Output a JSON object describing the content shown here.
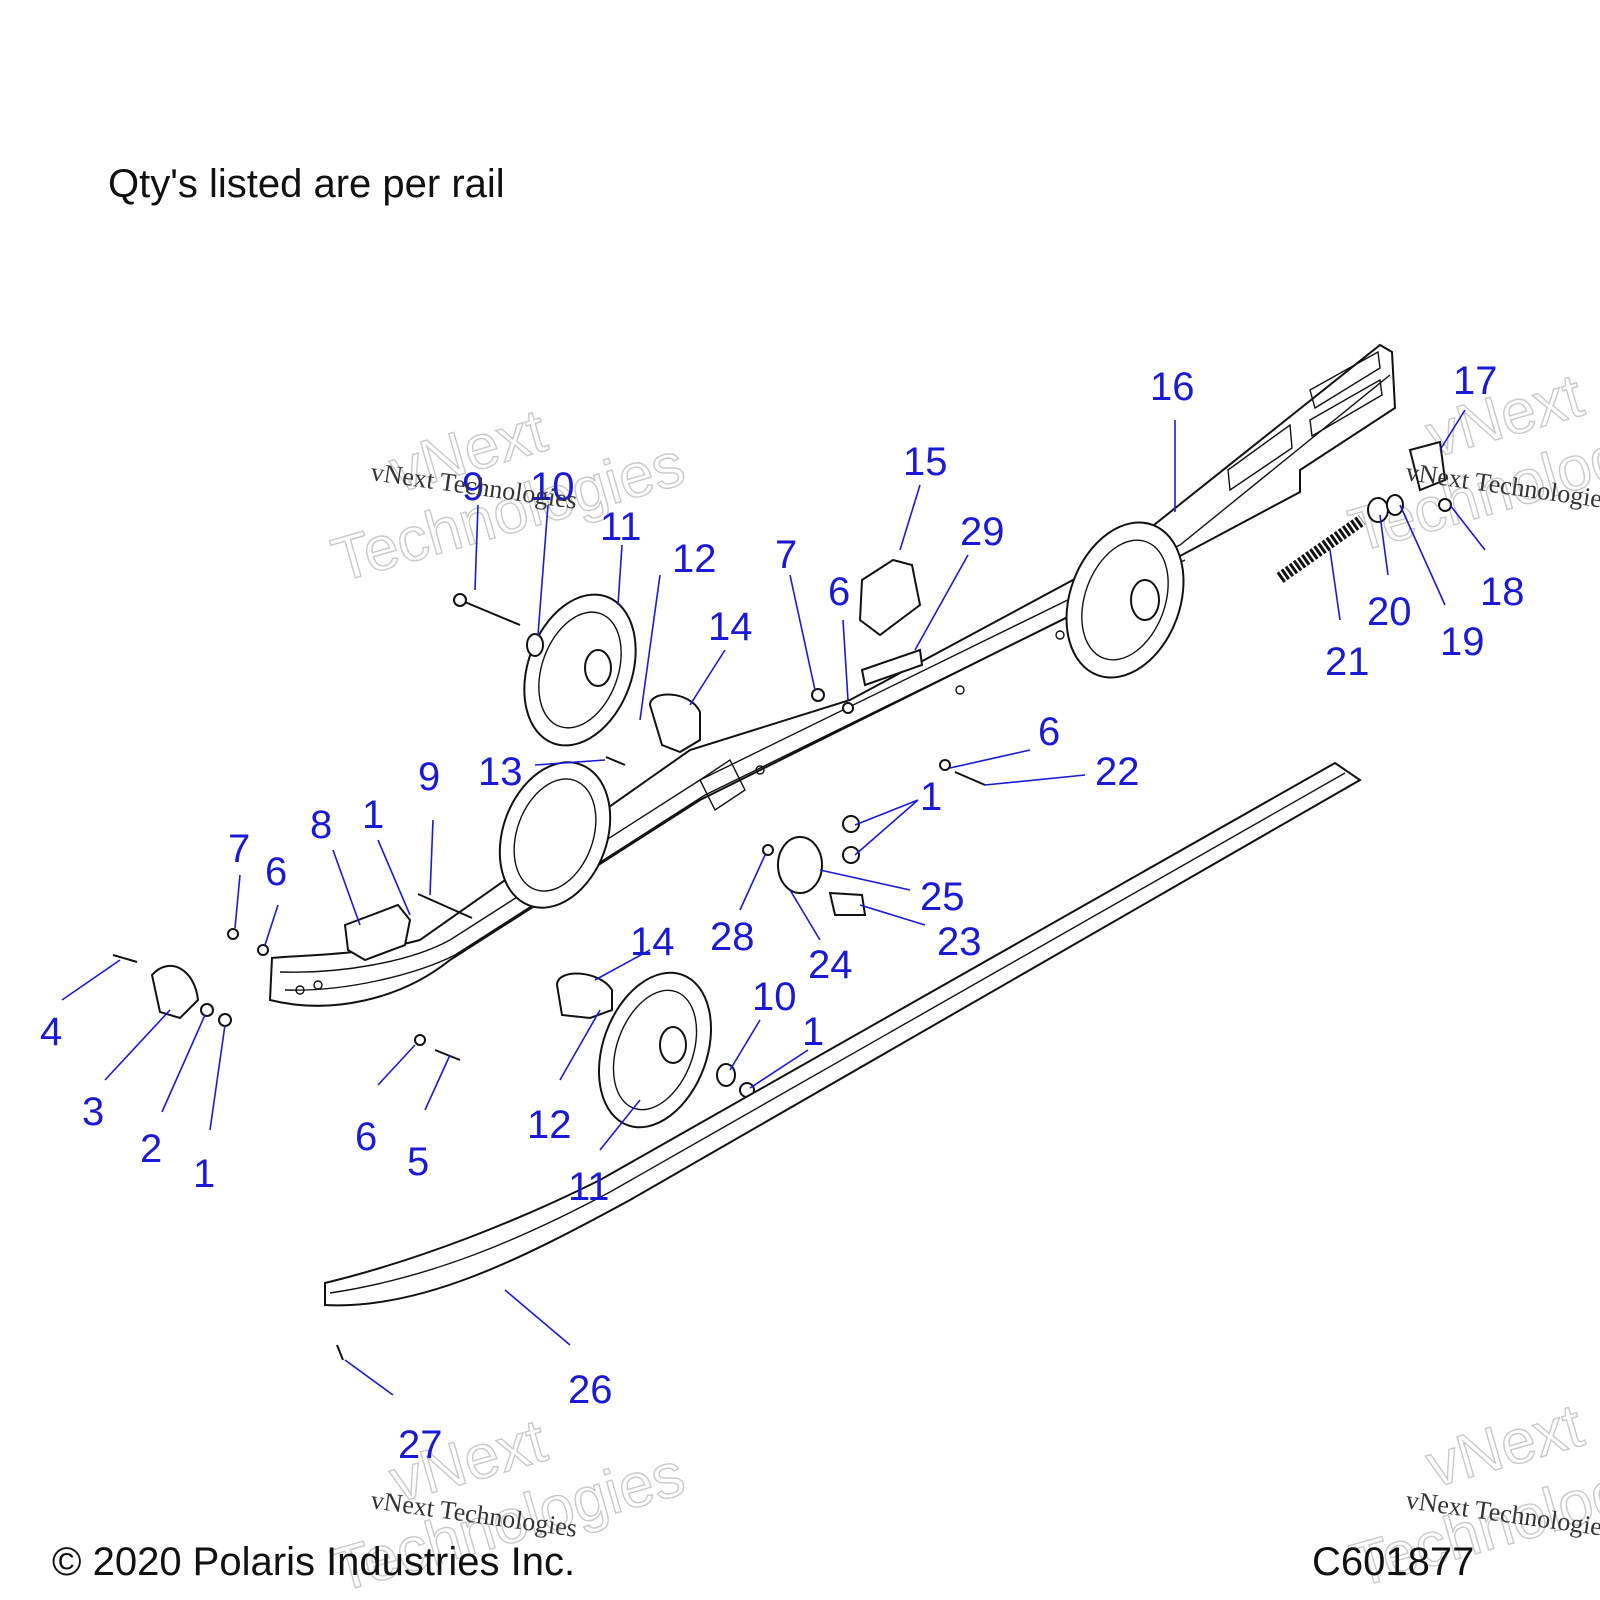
{
  "note": "Qty's listed are per rail",
  "copyright": "© 2020 Polaris Industries Inc.",
  "figure_id": "C601877",
  "watermark": {
    "brand_line": "vNext Technologies",
    "big_top": "vNext",
    "big_bottom": "Technologies"
  },
  "colors": {
    "callout": "#1a1ad6",
    "line": "#111111",
    "watermark": "#c9c9c9"
  },
  "callouts": [
    "9",
    "10",
    "11",
    "12",
    "14",
    "7",
    "6",
    "15",
    "29",
    "16",
    "17",
    "18",
    "20",
    "19",
    "21",
    "13",
    "6",
    "22",
    "1",
    "9",
    "8",
    "1",
    "7",
    "6",
    "25",
    "23",
    "28",
    "24",
    "14",
    "10",
    "1",
    "4",
    "3",
    "2",
    "1",
    "6",
    "5",
    "12",
    "11",
    "26",
    "27"
  ]
}
